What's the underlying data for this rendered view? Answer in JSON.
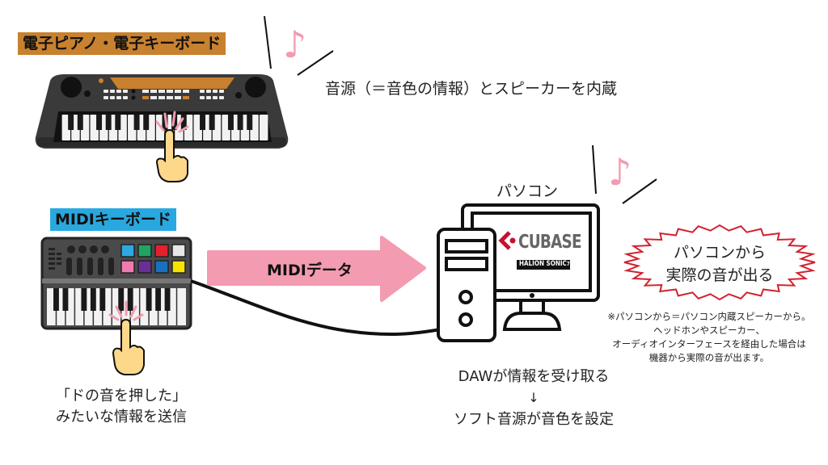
{
  "electronic_piano": {
    "label": "電子ピアノ・電子キーボード",
    "label_bg": "#c8812e",
    "description": "音源（＝音色の情報）とスピーカーを内蔵"
  },
  "midi_keyboard": {
    "label": "MIDIキーボード",
    "label_bg": "#29a8e0",
    "caption_line1": "「ドの音を押した」",
    "caption_line2": "みたいな情報を送信",
    "pad_colors": [
      "#2ea8e0",
      "#1fa463",
      "#e5202e",
      "#e6e6e6",
      "#f07ab0",
      "#6a2f96",
      "#1a6fc0",
      "#f5e400"
    ]
  },
  "arrow": {
    "label": "MIDIデータ",
    "color": "#f39bb0"
  },
  "computer": {
    "label": "パソコン",
    "screen_app": "CUBASE",
    "screen_plugin": "HALION SONIC",
    "screen_plugin_version": "7",
    "brand_color": "#c8102e",
    "caption_line1": "DAWが情報を受け取る",
    "caption_arrow": "↓",
    "caption_line2": "ソフト音源が音色を設定"
  },
  "burst": {
    "line1": "パソコンから",
    "line2": "実際の音が出る",
    "stroke": "#d4202e"
  },
  "note": {
    "line1": "※パソコンから＝パソコン内蔵スピーカーから。",
    "line2": "ヘッドホンやスピーカー、",
    "line3": "オーディオインターフェースを経由した場合は",
    "line4": "機器から実際の音が出ます。"
  },
  "music_note_icon": "♪",
  "music_note_color": "#f39bb0"
}
